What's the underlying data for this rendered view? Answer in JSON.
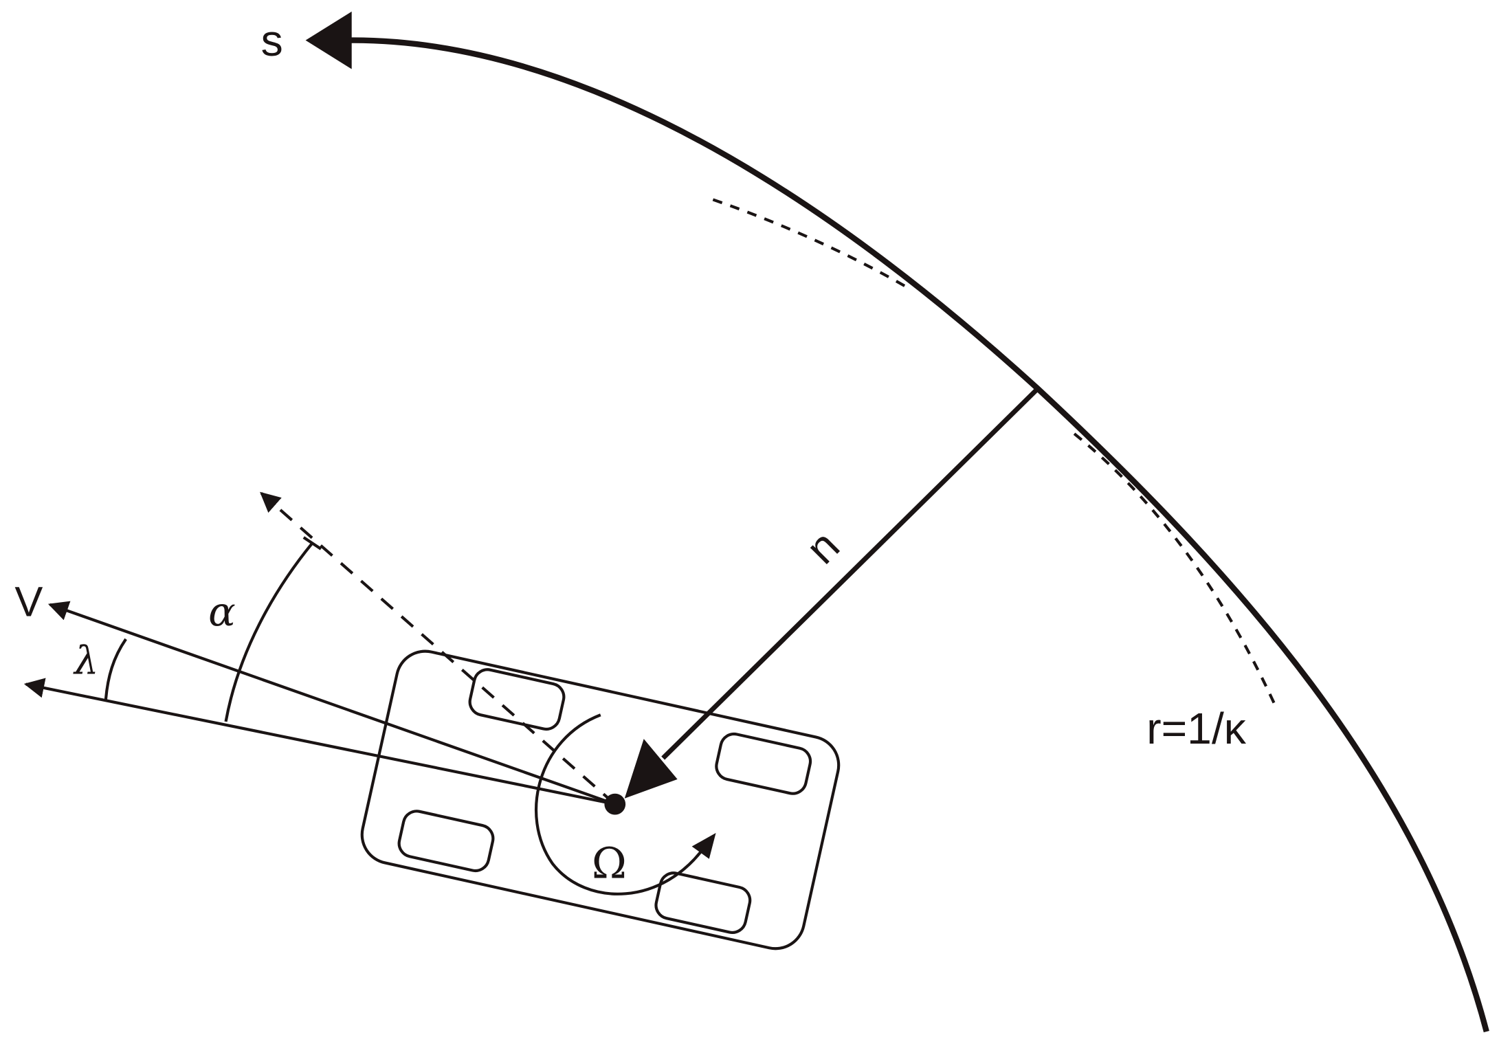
{
  "figure": {
    "description": "Vehicle path-following kinematics diagram (curvilinear coordinates)",
    "colors": {
      "ink": "#1a1414",
      "background": "#ffffff"
    }
  },
  "labels": {
    "path_coordinate": "s",
    "lateral_offset": "n",
    "curvature_radius": "r=1/κ",
    "velocity": "V",
    "heading_angle": "α",
    "sideslip_angle": "λ",
    "yaw_rate": "Ω"
  }
}
